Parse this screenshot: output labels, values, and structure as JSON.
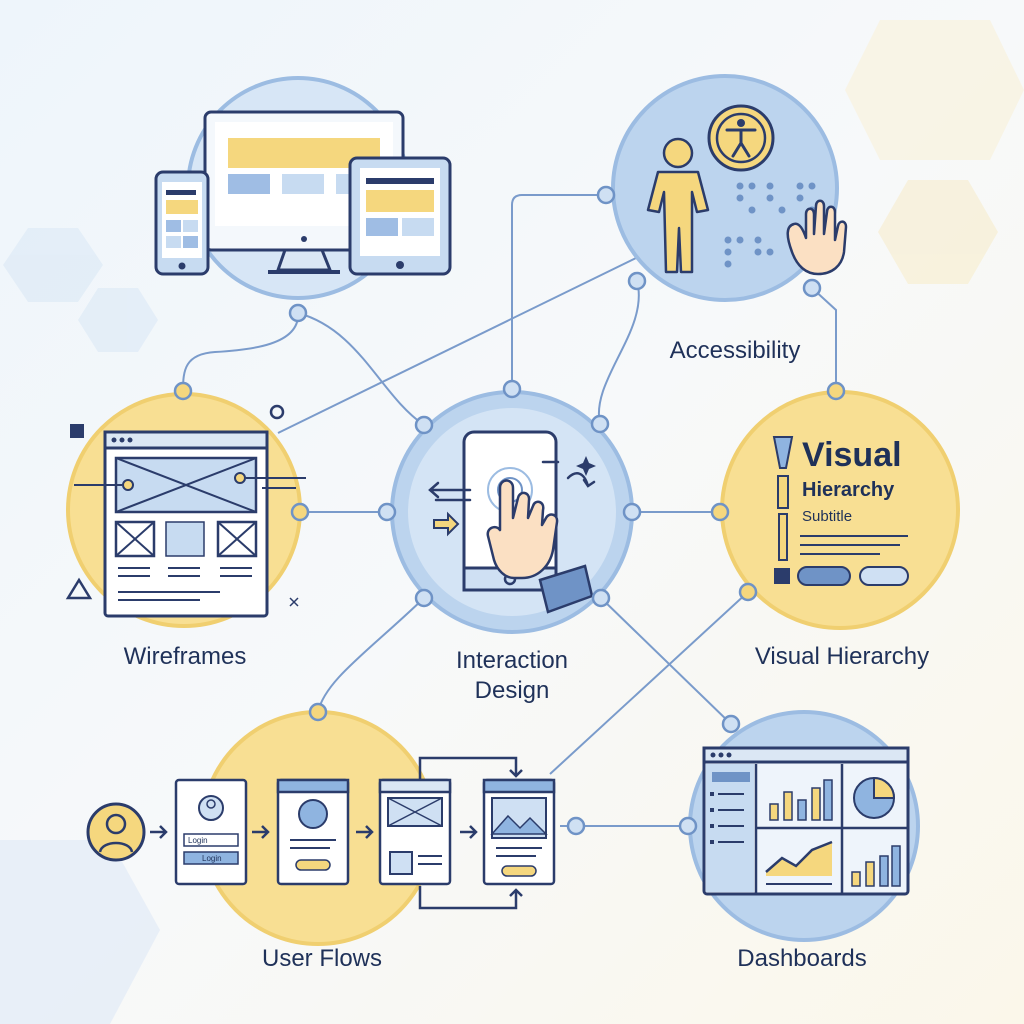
{
  "nodes": {
    "responsive": {
      "icon": "responsive-devices-icon"
    },
    "accessibility": {
      "label": "Accessibility",
      "icon": "accessibility-icon"
    },
    "wireframes": {
      "label": "Wireframes",
      "icon": "wireframe-icon"
    },
    "interaction": {
      "label": "Interaction\nDesign",
      "icon": "touch-gesture-icon"
    },
    "visual_hierarchy": {
      "label": "Visual Hierarchy",
      "icon": "typography-icon",
      "card_title": "Visual",
      "card_heading": "Hierarchy",
      "card_subtitle": "Subtitle"
    },
    "user_flows": {
      "label": "User Flows",
      "icon": "user-flow-icon",
      "login_field": "Login",
      "login_button": "Login"
    },
    "dashboards": {
      "label": "Dashboards",
      "icon": "dashboard-icon"
    }
  },
  "colors": {
    "navy": "#2b3c6b",
    "blue": "#8fb4e0",
    "light_blue": "#cfe0f3",
    "yellow": "#f5d77e",
    "light_yellow": "#fbeab8",
    "connector": "#6f93c6"
  }
}
